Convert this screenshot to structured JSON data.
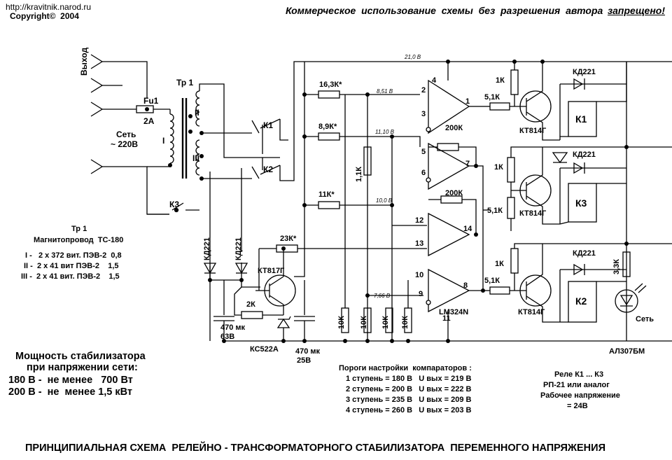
{
  "header": {
    "site": "http://kravitnik.narod.ru",
    "copyright": "Copyright©  2004",
    "warning": "Коммерческое  использование  схемы  без  разрешения  автора",
    "warning_emph": "запрещено!"
  },
  "title": "ПРИНЦИПИАЛЬНАЯ СХЕМА  РЕЛЕЙНО - ТРАНСФОРМАТОРНОГО СТАБИЛИЗАТОРА  ПЕРЕМЕННОГО НАПРЯЖЕНИЯ",
  "labels": {
    "output": "Выход",
    "mains": "Сеть",
    "mains_v": "~ 220В",
    "fuse": "Fu1",
    "fuse_a": "2А",
    "tr": "Тр 1",
    "w1": "I",
    "w2": "II",
    "w3": "III",
    "k1": "К1",
    "k2": "К2",
    "k3": "К3",
    "v21": "21,0 В",
    "v851": "8,51 В",
    "v1110": "11,10 В",
    "v100": "10,0 В",
    "v766": "7,66 В",
    "r163": "16,3К*",
    "r89": "8,9К*",
    "r11": "11К*",
    "r11v": "1,1К",
    "r23": "23К*",
    "r2k": "2К",
    "r200a": "200К",
    "r200b": "200К",
    "r1ka": "1К",
    "r1kb": "1К",
    "r1kc": "1К",
    "r51a": "5,1К",
    "r51b": "5,1К",
    "r51c": "5,1К",
    "r33": "3,3К",
    "r10ka": "10К",
    "r10kb": "10К",
    "r10kc": "10К",
    "r10kd": "10К",
    "kd221a": "КД221",
    "kd221b": "КД221",
    "kd221c": "КД221",
    "kd221d": "КД221",
    "kd221e": "КД221",
    "kt814a": "КТ814Г",
    "kt814b": "КТ814Г",
    "kt814c": "КТ814Г",
    "kt817": "КТ817Г",
    "kc522": "КС522А",
    "c1": "470 мк",
    "c1v": "63В",
    "c2": "470 мк",
    "c2v": "25В",
    "lm": "LM324N",
    "relay1": "К1",
    "relay2": "К2",
    "relay3": "К3",
    "led": "Сеть",
    "al": "АЛ307БМ",
    "pins": [
      "4",
      "2",
      "3",
      "1",
      "5",
      "6",
      "7",
      "12",
      "13",
      "14",
      "10",
      "9",
      "8",
      "11"
    ]
  },
  "tr_spec": {
    "title": "Тр 1",
    "core": "Магнитопровод  ТС-180",
    "rows": [
      "I -   2 х 372 вит. ПЭВ-2  0,8",
      "II -  2 х 41 вит ПЭВ-2    1,5",
      "III -  2 х 41 вит. ПЭВ-2    1,5"
    ]
  },
  "power": {
    "l1": "Мощность стабилизатора",
    "l2": "при напряжении сети:",
    "l3": "180 В -  не менее   700 Вт",
    "l4": "200 В -  не  менее 1,5 кВт"
  },
  "thresholds": {
    "title": "Пороги настройки  компараторов :",
    "rows": [
      "1 ступень = 180 В   U вых = 219 В",
      "2 ступень = 200 В   U вых = 222 В",
      "3 ступень = 235 В   U вых = 209 В",
      "4 ступень = 260 В   U вых = 203 В"
    ]
  },
  "relay_note": {
    "l1": "Реле К1 ... К3",
    "l2": "РП-21 или аналог",
    "l3": "Рабочее напряжение",
    "l4": "= 24В"
  }
}
